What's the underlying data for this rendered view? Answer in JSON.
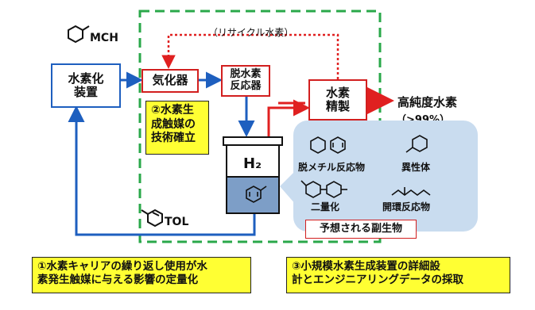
{
  "compounds": {
    "mch": "MCH",
    "tol": "TOL"
  },
  "recycle_label": "（リサイクル水素）",
  "units": {
    "hydrogenation": "水素化\n装置",
    "vaporizer": "気化器",
    "dehydrogenation": "脱水素\n反応器",
    "purification": "水素\n精製"
  },
  "product": {
    "name": "高純度水素",
    "purity": "（>99%）"
  },
  "tank": {
    "gas": "H₂"
  },
  "tasks": {
    "task2": "②水素生\n成触媒の\n技術確立",
    "task1": "①水素キャリアの繰り返し使用が水\n素発生触媒に与える影響の定量化",
    "task3": "③小規模水素生成装置の詳細設\n計とエンジニアリングデータの採取"
  },
  "byproducts": {
    "demethylation": "脱メチル反応物",
    "isomer": "異性体",
    "dimer": "二量化",
    "ring_opening": "開環反応物",
    "caption": "予想される副生物"
  },
  "colors": {
    "process_flow": "#1e5fbf",
    "hydrogen_flow": "#e02020",
    "scope_frame": "#2aa84a",
    "task_highlight": "#ffff33",
    "byproduct_panel": "#c9dcef"
  }
}
